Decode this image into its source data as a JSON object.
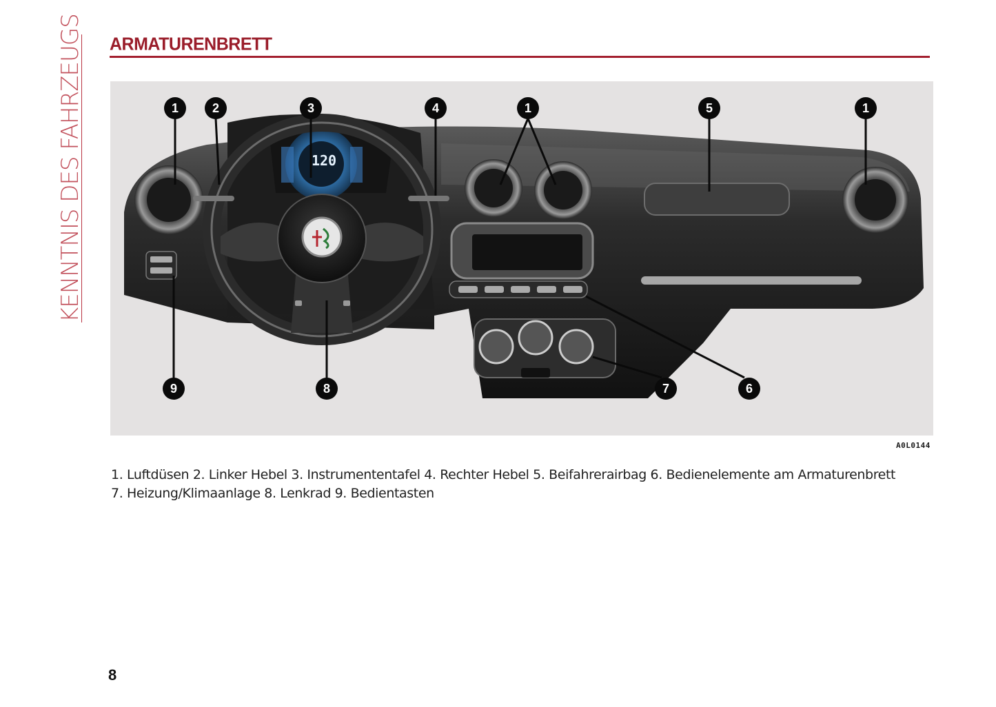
{
  "section_tab": "KENNTNIS DES FAHRZEUGS",
  "title": "ARMATURENBRETT",
  "figure": {
    "code": "A0L0144",
    "gauge_readout": "120",
    "callouts": [
      "1",
      "2",
      "3",
      "4",
      "1",
      "5",
      "1",
      "9",
      "8",
      "7",
      "6"
    ]
  },
  "caption": {
    "line1": "1. Luftdüsen 2. Linker Hebel 3. Instrumententafel 4. Rechter Hebel 5. Beifahrerairbag 6. Bedienelemente am Armaturenbrett",
    "line2": "7. Heizung/Klimaanlage 8. Lenkrad 9. Bedientasten"
  },
  "page_number": "8",
  "colors": {
    "accent": "#a3202f",
    "tab_text": "#c2515c",
    "figure_bg": "#e4e2e2"
  }
}
